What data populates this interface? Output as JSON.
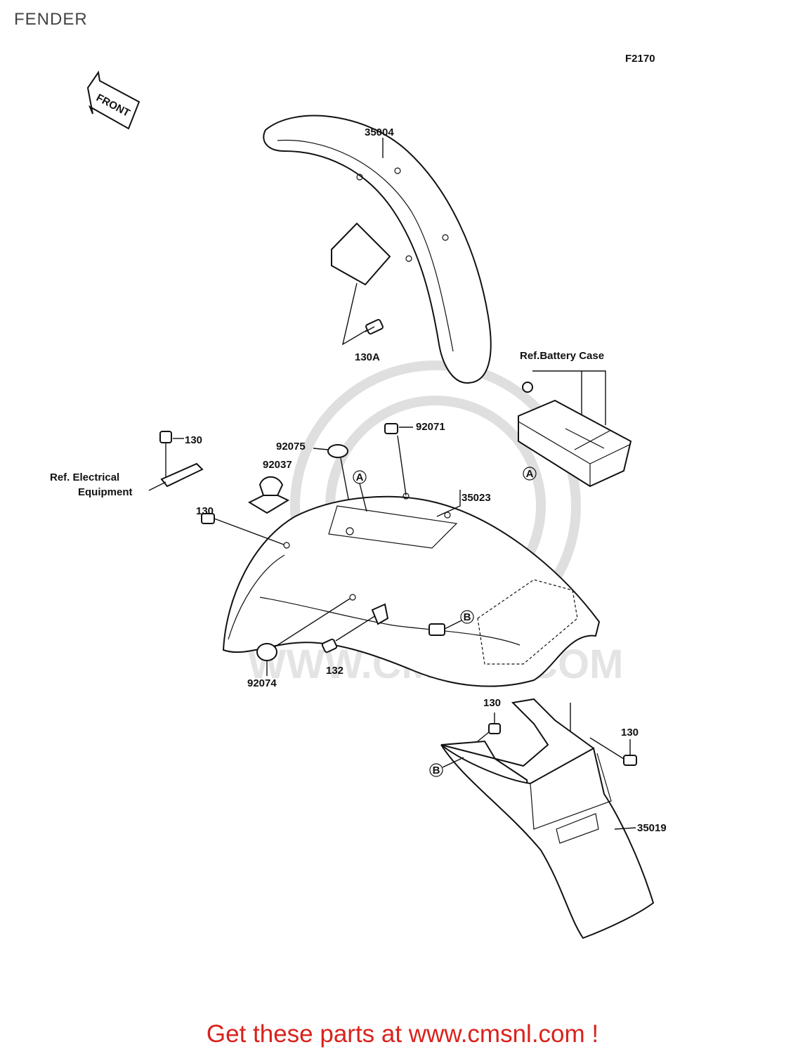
{
  "page": {
    "title": "FENDER"
  },
  "diagram": {
    "figure_code": "F2170",
    "front_label": "FRONT",
    "parts": {
      "p35004": "35004",
      "p130a": "130A",
      "p92071": "92071",
      "p92075": "92075",
      "p92037": "92037",
      "p35023": "35023",
      "p130_left": "130",
      "p130_clip": "130",
      "p130_mid": "130",
      "p130_right": "130",
      "p132": "132",
      "p92074": "92074",
      "p35019": "35019"
    },
    "references": {
      "battery_case": "Ref.Battery Case",
      "electrical_line1": "Ref. Electrical",
      "electrical_line2": "Equipment"
    },
    "markers": {
      "a": "A",
      "b": "B"
    },
    "watermark": "WWW.CMSNL.COM"
  },
  "footer": {
    "text": "Get these parts at www.cmsnl.com !",
    "color": "#d9221c"
  }
}
